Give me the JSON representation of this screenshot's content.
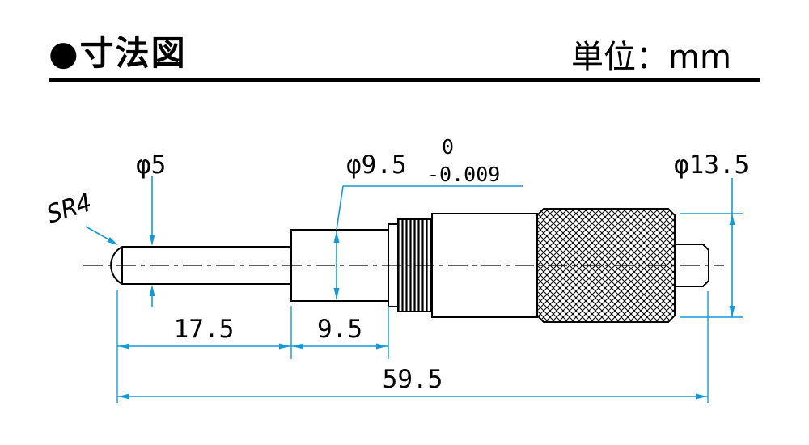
{
  "header": {
    "title": "●寸法図",
    "unit_label": "単位：mm"
  },
  "dimensions": {
    "tip_radius": "SR4",
    "spindle_diameter": "φ5",
    "stem_diameter": "φ9.5",
    "stem_tolerance_upper": "0",
    "stem_tolerance_lower": "-0.009",
    "thimble_diameter": "φ13.5",
    "spindle_length": "17.5",
    "stem_length": "9.5",
    "overall_length": "59.5"
  },
  "colors": {
    "dimension_line": "#1499D8",
    "drawing_line": "#000000",
    "background": "#FFFFFF"
  }
}
